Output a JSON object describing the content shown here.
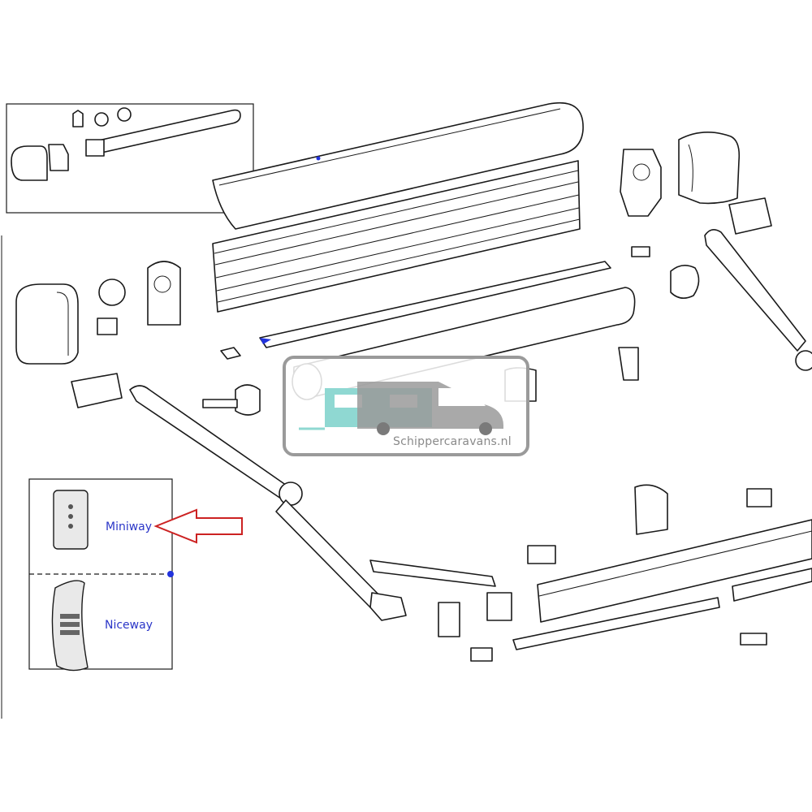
{
  "legend": {
    "remote_1": "Miniway",
    "remote_2": "Niceway"
  },
  "watermark": {
    "text": "Schippercaravans.nl"
  },
  "colors": {
    "label_blue": "#2b36c8",
    "arrow_red": "#cc2222",
    "watermark_van": "#8fd8d2",
    "watermark_grey": "#9a9a9a"
  },
  "icons": [
    "remote-control-miniway-icon",
    "remote-control-niceway-icon",
    "caravan-logo-icon",
    "red-arrow-icon"
  ]
}
